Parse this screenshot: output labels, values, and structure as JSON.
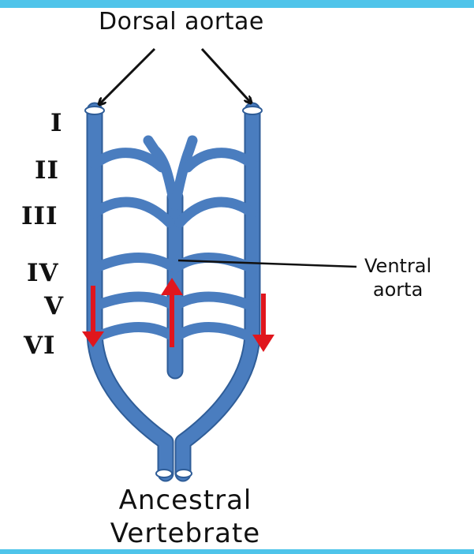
{
  "title_label": "Dorsal aortae",
  "ventral_label": {
    "line1": "Ventral",
    "line2": "aorta"
  },
  "arch_labels": [
    "I",
    "II",
    "III",
    "IV",
    "V",
    "VI"
  ],
  "caption": {
    "line1": "Ancestral",
    "line2": "Vertebrate"
  },
  "colors": {
    "vessel": "#4a7dbf",
    "vessel_outline": "#2f5d98",
    "flow_arrow": "#e0161d",
    "pointer": "#111111",
    "frame_accent": "#4fc4ea"
  }
}
